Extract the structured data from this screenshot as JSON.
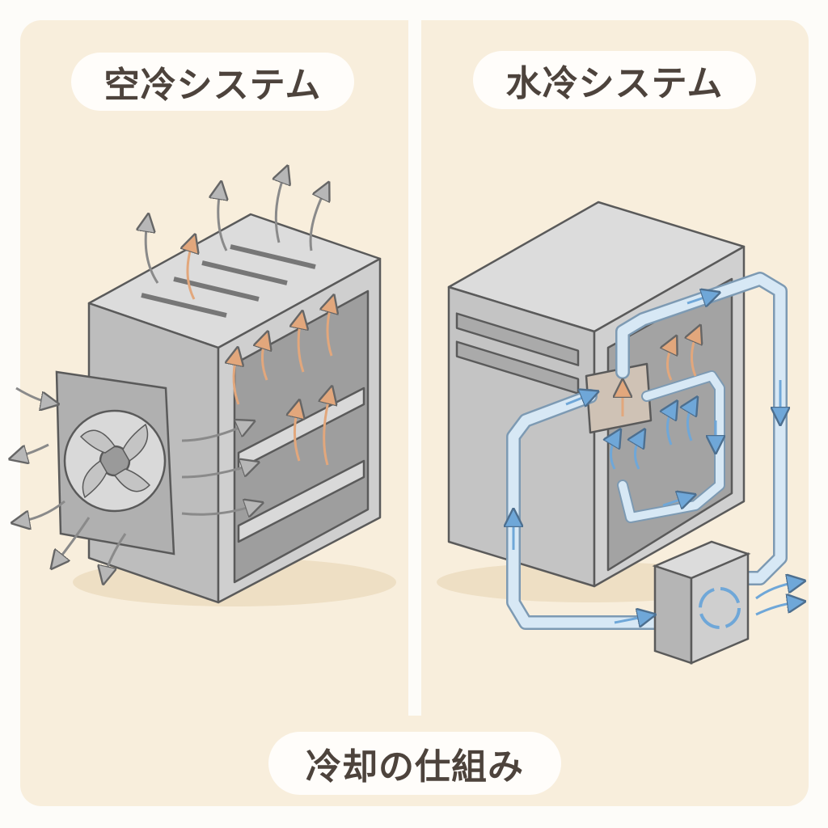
{
  "titles": {
    "air_cooling": "空冷システム",
    "water_cooling": "水冷システム",
    "main": "冷却の仕組み"
  },
  "colors": {
    "background": "#f8eedc",
    "label_text": "#4d433c",
    "case_gray": "#c9c9c9",
    "heat_arrow": "#e3b48e",
    "water_tube": "#cfe3f3",
    "water_arrow": "#6fa7d8"
  }
}
